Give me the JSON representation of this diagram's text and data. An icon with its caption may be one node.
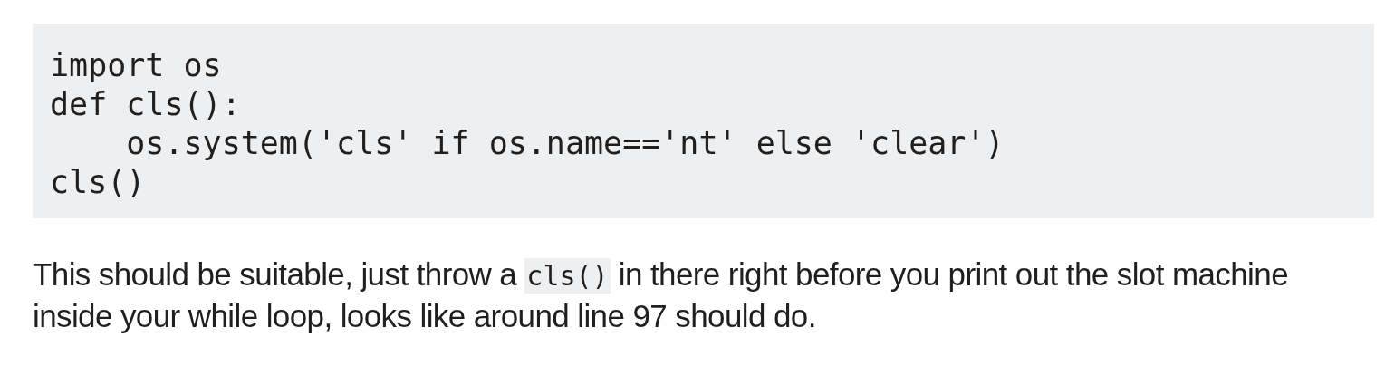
{
  "diagram": {
    "labels": [
      "import os",
      "def cls():",
      "    os.system('cls' if os.name=='nt' else 'clear')",
      "cls()",
      "This should be suitable, just throw a",
      "cls()",
      "in there right before you print out the slot machine inside your while loop, looks like around line 97 should do."
    ]
  }
}
